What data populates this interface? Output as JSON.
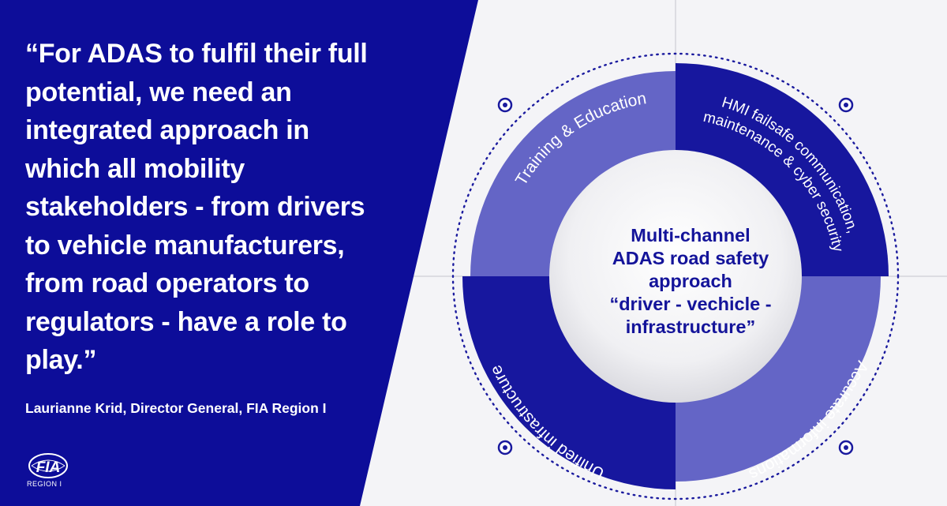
{
  "quote": {
    "lines": [
      "“For ADAS to fulfil their full",
      "potential, we need an",
      "integrated approach in",
      "which all mobility",
      "stakeholders - from drivers",
      "to vehicle manufacturers,",
      "from road operators to",
      "regulators - have a role to",
      "play.”"
    ]
  },
  "attribution": "Laurianne Krid, Director General, FIA Region I",
  "logo": {
    "name": "FIA",
    "subtitle": "REGION I"
  },
  "diagram": {
    "center_lines": [
      "Multi-channel",
      "ADAS road safety",
      "approach",
      "“driver - vechicle -",
      "infrastructure”"
    ],
    "segments": {
      "top_left": "Training & Education",
      "top_right_line1": "HMI failsafe communication,",
      "top_right_line2": "maintenance & cyber security",
      "bottom_right": "Accurate informations",
      "bottom_left": "Unified infrastructure"
    }
  },
  "colors": {
    "navy": "#0d0d99",
    "light_segment": "#6465c6",
    "dark_segment": "#17179e",
    "center_text": "#14149a",
    "background": "#f4f4f7"
  }
}
